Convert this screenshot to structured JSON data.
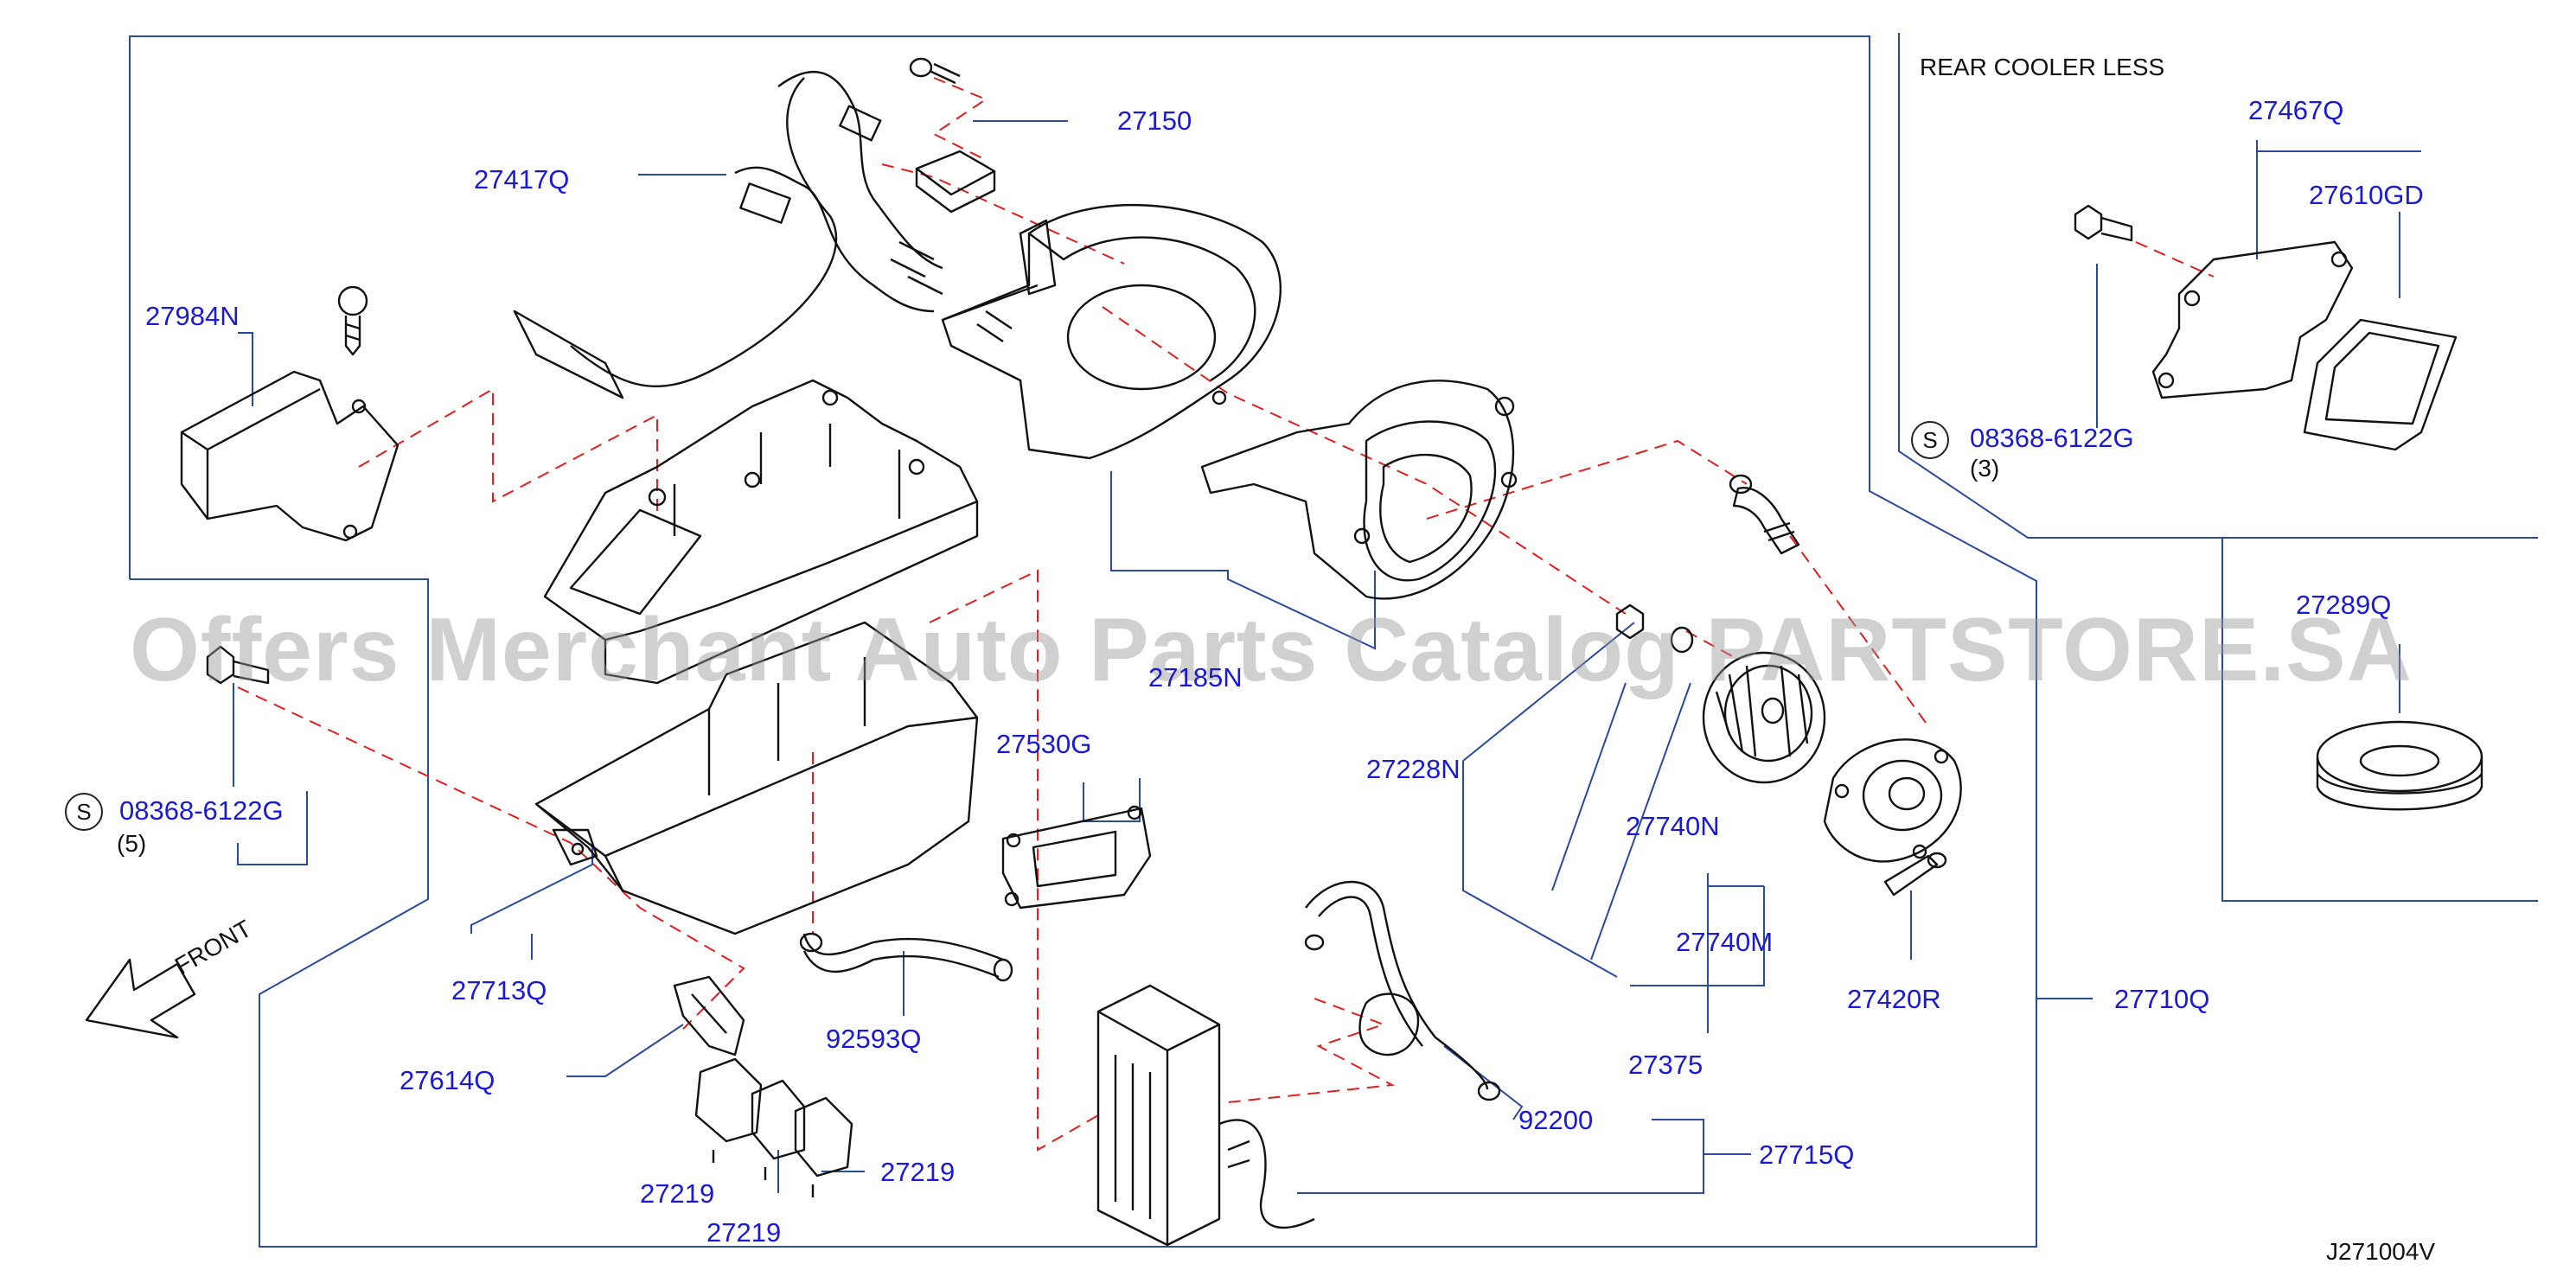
{
  "watermark": "Offers Merchant Auto Parts Catalog PARTSTORE.SA",
  "header_note": "REAR  COOLER  LESS",
  "diagram_code": "J271004V",
  "front_label": "FRONT",
  "parts": {
    "p27150": "27150",
    "p27417Q": "27417Q",
    "p27984N": "27984N",
    "p27185N": "27185N",
    "p27530G": "27530G",
    "p27228N": "27228N",
    "p27740N": "27740N",
    "p27740M": "27740M",
    "p27375": "27375",
    "p27420R": "27420R",
    "p27710Q": "27710Q",
    "p27713Q": "27713Q",
    "p92593Q": "92593Q",
    "p27614Q": "27614Q",
    "p27219a": "27219",
    "p27219b": "27219",
    "p27219c": "27219",
    "p92200": "92200",
    "p27715Q": "27715Q",
    "p08368L": "08368-6122G",
    "q08368L": "(5)",
    "p08368R": "08368-6122G",
    "q08368R": "(3)",
    "p27467Q": "27467Q",
    "p27610GD": "27610GD",
    "p27289Q": "27289Q"
  },
  "s_symbol": "S",
  "colors": {
    "label": "#1a1ad6",
    "leader": "#2b4a9e",
    "dashed": "#e02020",
    "line": "#111111"
  }
}
